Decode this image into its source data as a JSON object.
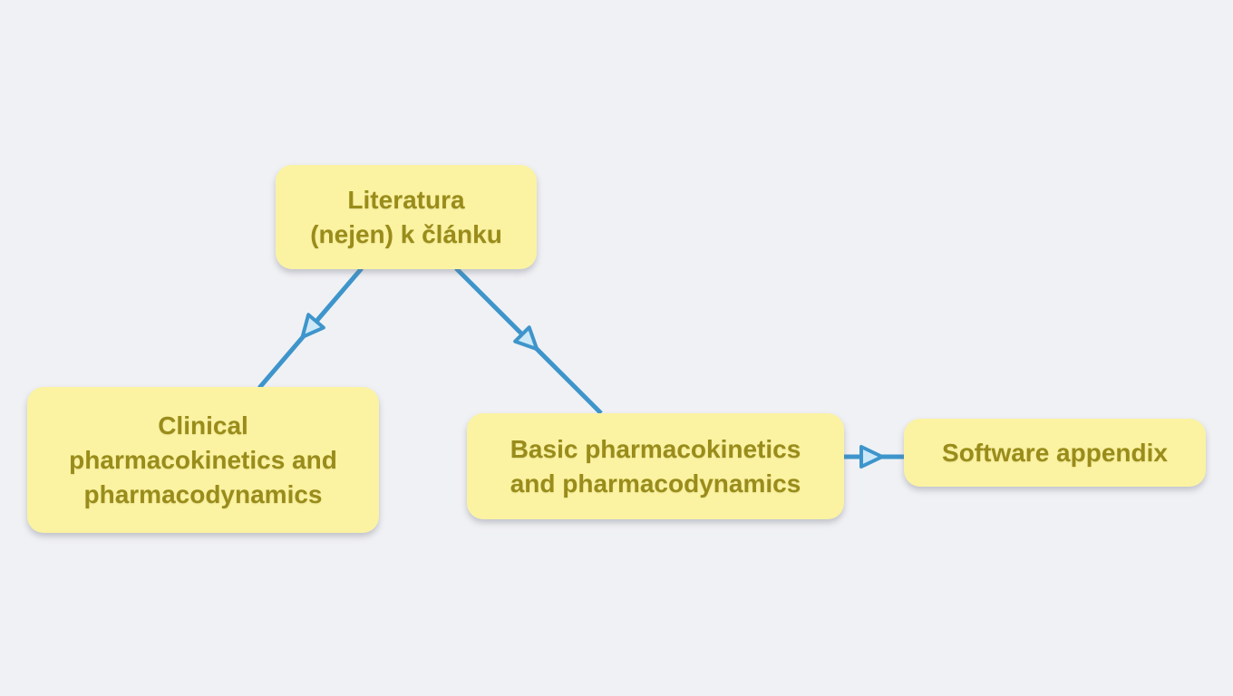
{
  "diagram": {
    "type": "mind-map",
    "background_color": "#F0F1F4",
    "node_fill_color": "#FBF3A2",
    "node_text_color": "#998C1B",
    "connector_color": "#3E95CB",
    "arrowhead_fill_color": "#CDE9F8"
  },
  "nodes": [
    {
      "id": "literatura",
      "label": "Literatura (nejen) k článku",
      "lines": [
        "Literatura",
        "(nejen) k článku"
      ]
    },
    {
      "id": "clinical",
      "label": "Clinical pharmacokinetics and pharmacodynamics",
      "lines": [
        "Clinical",
        "pharmacokinetics and",
        "pharmacodynamics"
      ]
    },
    {
      "id": "basic",
      "label": "Basic pharmacokinetics and pharmacodynamics",
      "lines": [
        "Basic pharmacokinetics",
        "and pharmacodynamics"
      ]
    },
    {
      "id": "software",
      "label": "Software appendix",
      "lines": [
        "Software appendix"
      ]
    }
  ],
  "connectors": [
    {
      "from": "literatura",
      "to": "clinical",
      "direction": "down-left"
    },
    {
      "from": "literatura",
      "to": "basic",
      "direction": "down-right"
    },
    {
      "from": "basic",
      "to": "software",
      "direction": "right"
    }
  ]
}
